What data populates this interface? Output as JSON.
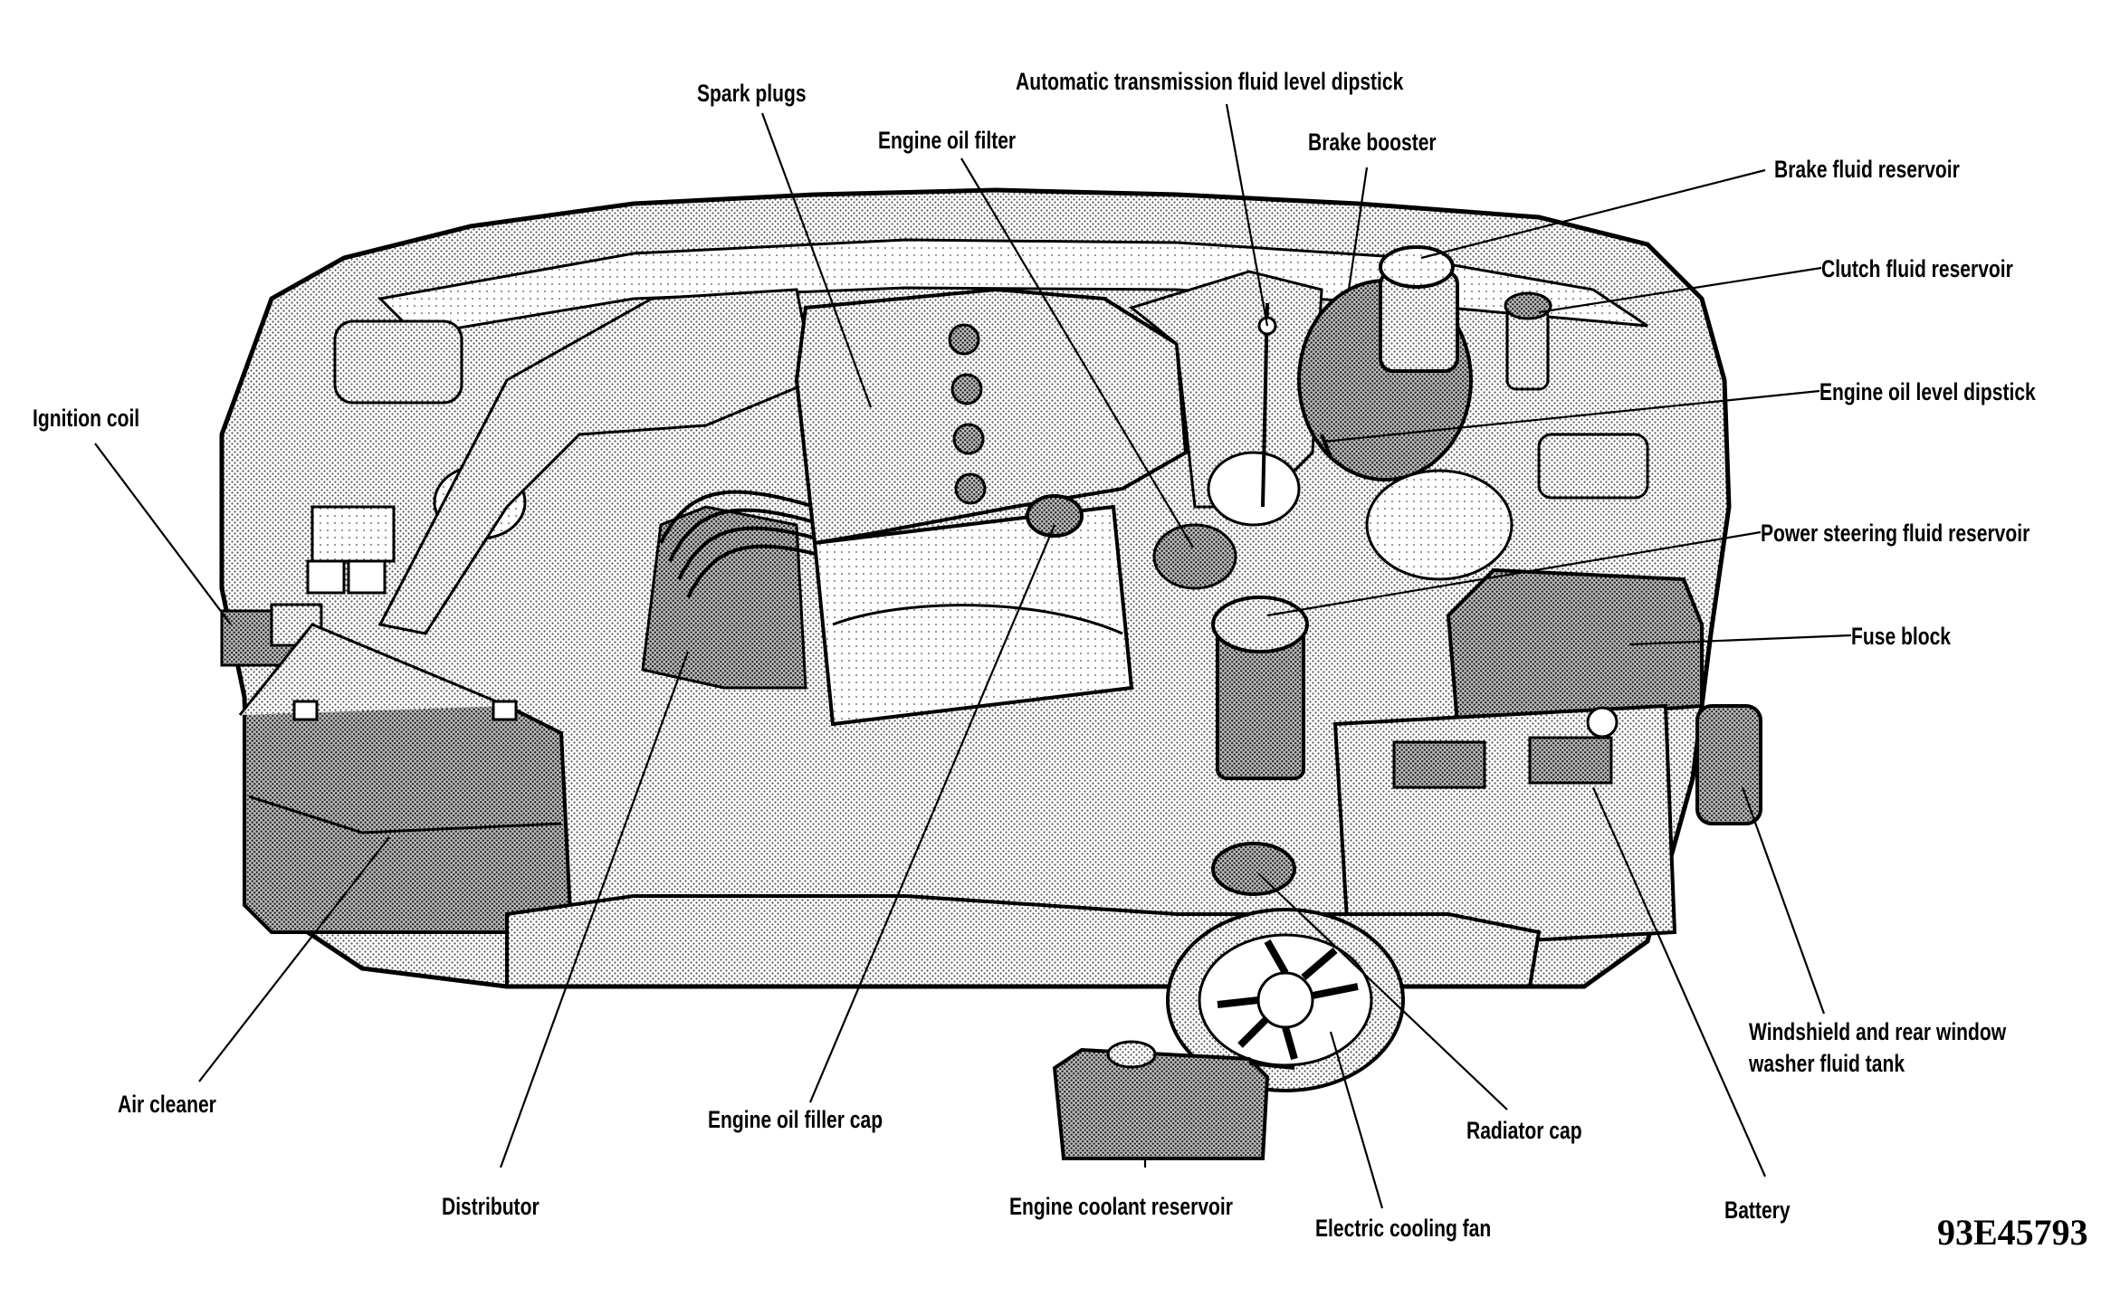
{
  "labels": {
    "spark_plugs": "Spark plugs",
    "atf_dipstick": "Automatic transmission fluid level dipstick",
    "engine_oil_filter": "Engine oil filter",
    "brake_booster": "Brake booster",
    "brake_fluid_reservoir": "Brake fluid reservoir",
    "clutch_fluid_reservoir": "Clutch fluid reservoir",
    "engine_oil_level_dipstick": "Engine oil level dipstick",
    "power_steering_fluid_reservoir": "Power steering fluid reservoir",
    "fuse_block": "Fuse block",
    "ignition_coil": "Ignition coil",
    "air_cleaner": "Air cleaner",
    "distributor": "Distributor",
    "engine_oil_filler_cap": "Engine oil filler cap",
    "engine_coolant_reservoir": "Engine coolant reservoir",
    "electric_cooling_fan": "Electric cooling fan",
    "radiator_cap": "Radiator cap",
    "battery": "Battery",
    "washer_tank_line1": "Windshield and rear window",
    "washer_tank_line2": "washer fluid tank"
  },
  "figure_code": "93E45793",
  "colors": {
    "ink": "#000000",
    "stipple": "#8a8a8a"
  }
}
